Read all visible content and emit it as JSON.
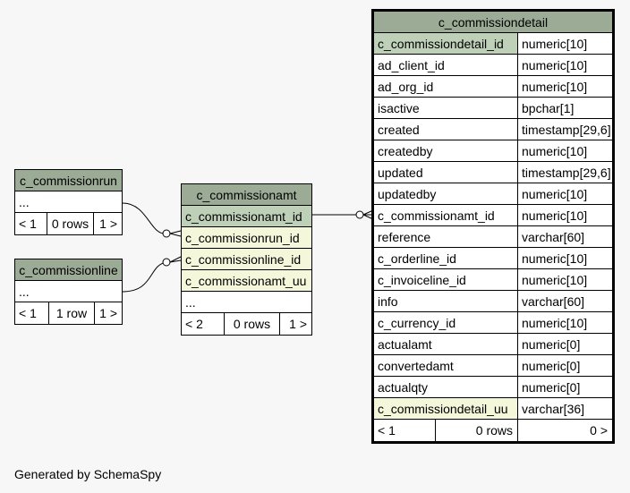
{
  "tables": {
    "commissionrun": {
      "title": "c_commissionrun",
      "body": "...",
      "footer": {
        "left": "< 1",
        "mid": "0 rows",
        "right": "1 >"
      }
    },
    "commissionline": {
      "title": "c_commissionline",
      "body": "...",
      "footer": {
        "left": "< 1",
        "mid": "1 row",
        "right": "1 >"
      }
    },
    "commissionamt": {
      "title": "c_commissionamt",
      "columns": [
        "c_commissionamt_id",
        "c_commissionrun_id",
        "c_commissionline_id",
        "c_commissionamt_uu"
      ],
      "body": "...",
      "footer": {
        "left": "< 2",
        "mid": "0 rows",
        "right": "1 >"
      }
    },
    "commissiondetail": {
      "title": "c_commissiondetail",
      "columns": [
        {
          "name": "c_commissiondetail_id",
          "type": "numeric[10]"
        },
        {
          "name": "ad_client_id",
          "type": "numeric[10]"
        },
        {
          "name": "ad_org_id",
          "type": "numeric[10]"
        },
        {
          "name": "isactive",
          "type": "bpchar[1]"
        },
        {
          "name": "created",
          "type": "timestamp[29,6]"
        },
        {
          "name": "createdby",
          "type": "numeric[10]"
        },
        {
          "name": "updated",
          "type": "timestamp[29,6]"
        },
        {
          "name": "updatedby",
          "type": "numeric[10]"
        },
        {
          "name": "c_commissionamt_id",
          "type": "numeric[10]"
        },
        {
          "name": "reference",
          "type": "varchar[60]"
        },
        {
          "name": "c_orderline_id",
          "type": "numeric[10]"
        },
        {
          "name": "c_invoiceline_id",
          "type": "numeric[10]"
        },
        {
          "name": "info",
          "type": "varchar[60]"
        },
        {
          "name": "c_currency_id",
          "type": "numeric[10]"
        },
        {
          "name": "actualamt",
          "type": "numeric[0]"
        },
        {
          "name": "convertedamt",
          "type": "numeric[0]"
        },
        {
          "name": "actualqty",
          "type": "numeric[0]"
        },
        {
          "name": "c_commissiondetail_uu",
          "type": "varchar[36]"
        }
      ],
      "footer": {
        "left": "< 1",
        "mid": "0 rows",
        "right": "0 >"
      }
    }
  },
  "generated_by": "Generated by SchemaSpy",
  "colors": {
    "header": "#9bab96",
    "primary_key": "#bed1b8",
    "unique_key": "#f4f7da",
    "background": "#f7f7f7"
  }
}
